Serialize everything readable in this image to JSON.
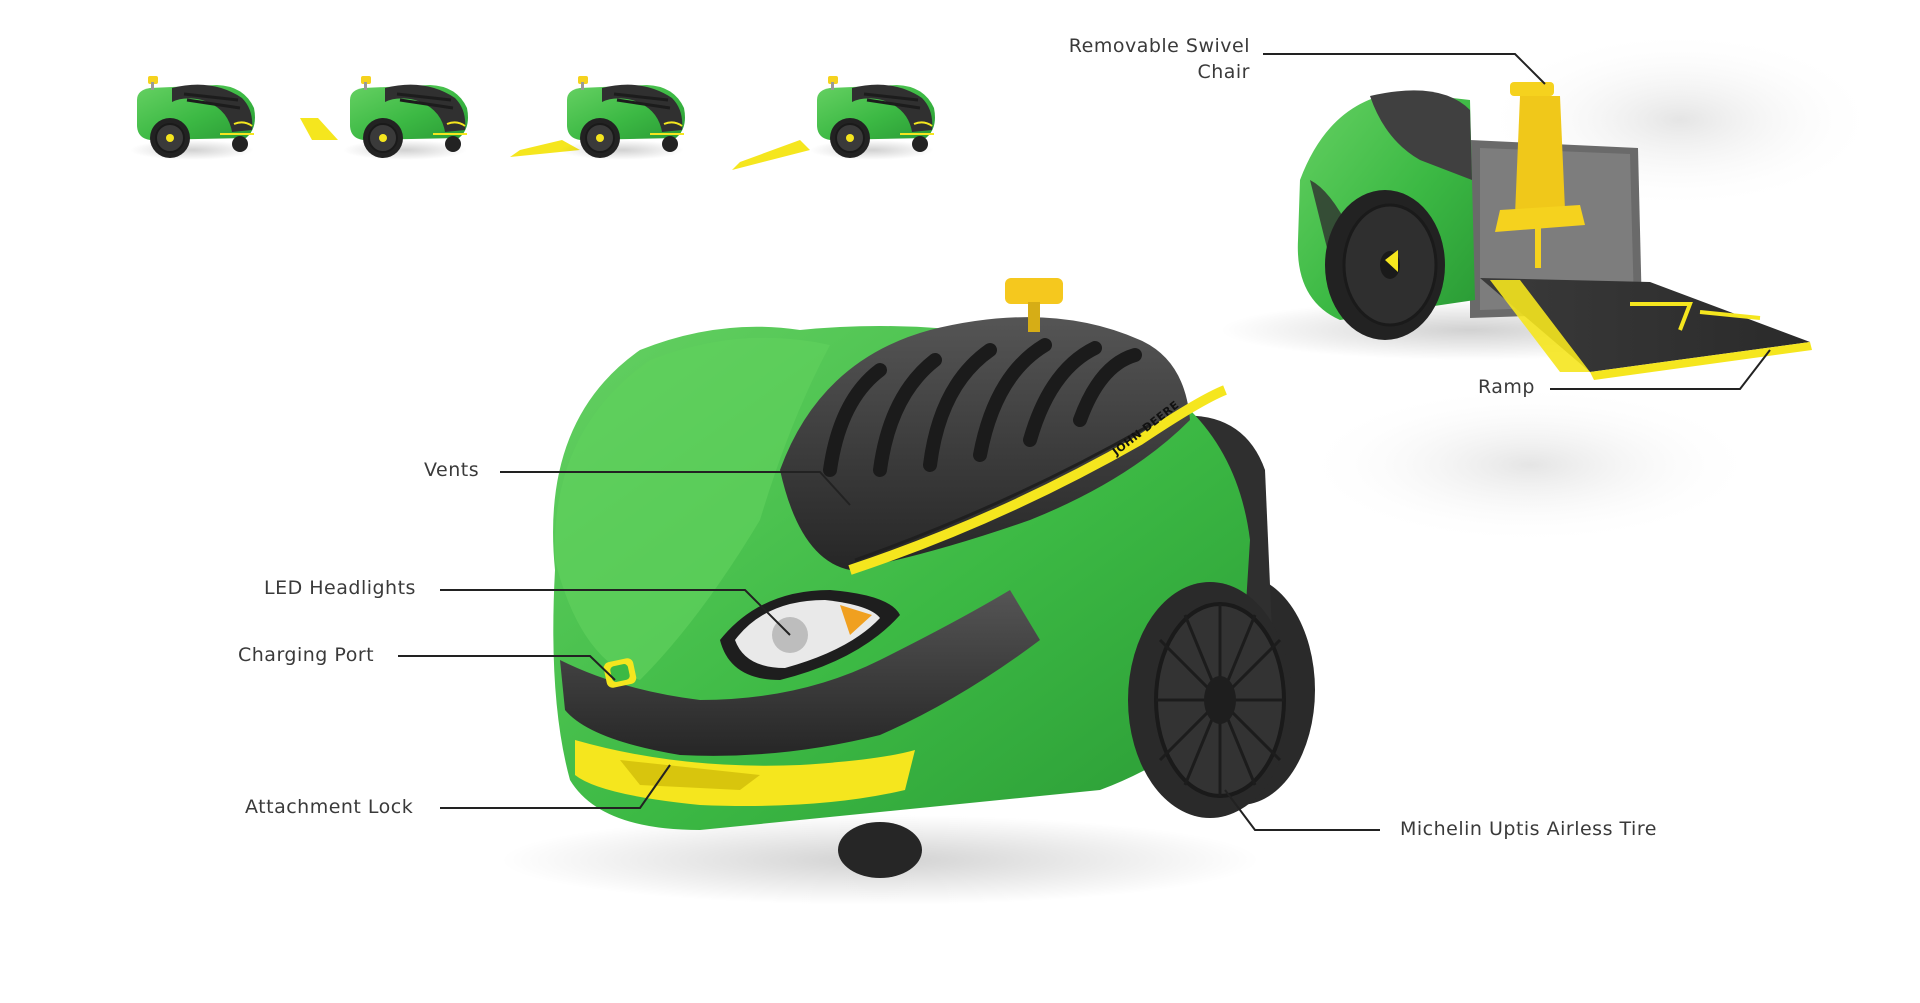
{
  "colors": {
    "body_green": "#3cb944",
    "body_green_light": "#5ccf5a",
    "trim_black": "#333333",
    "accent_yellow": "#f5e61e",
    "text": "#3a3a3a",
    "line": "#222222"
  },
  "callouts": {
    "swivel_chair": "Removable Swivel Chair",
    "ramp": "Ramp",
    "vents": "Vents",
    "led_headlights": "LED Headlights",
    "charging_port": "Charging Port",
    "attachment_lock": "Attachment Lock",
    "airless_tire": "Michelin Uptis Airless Tire"
  },
  "brand": {
    "logo_text": "JOHN DEERE"
  }
}
